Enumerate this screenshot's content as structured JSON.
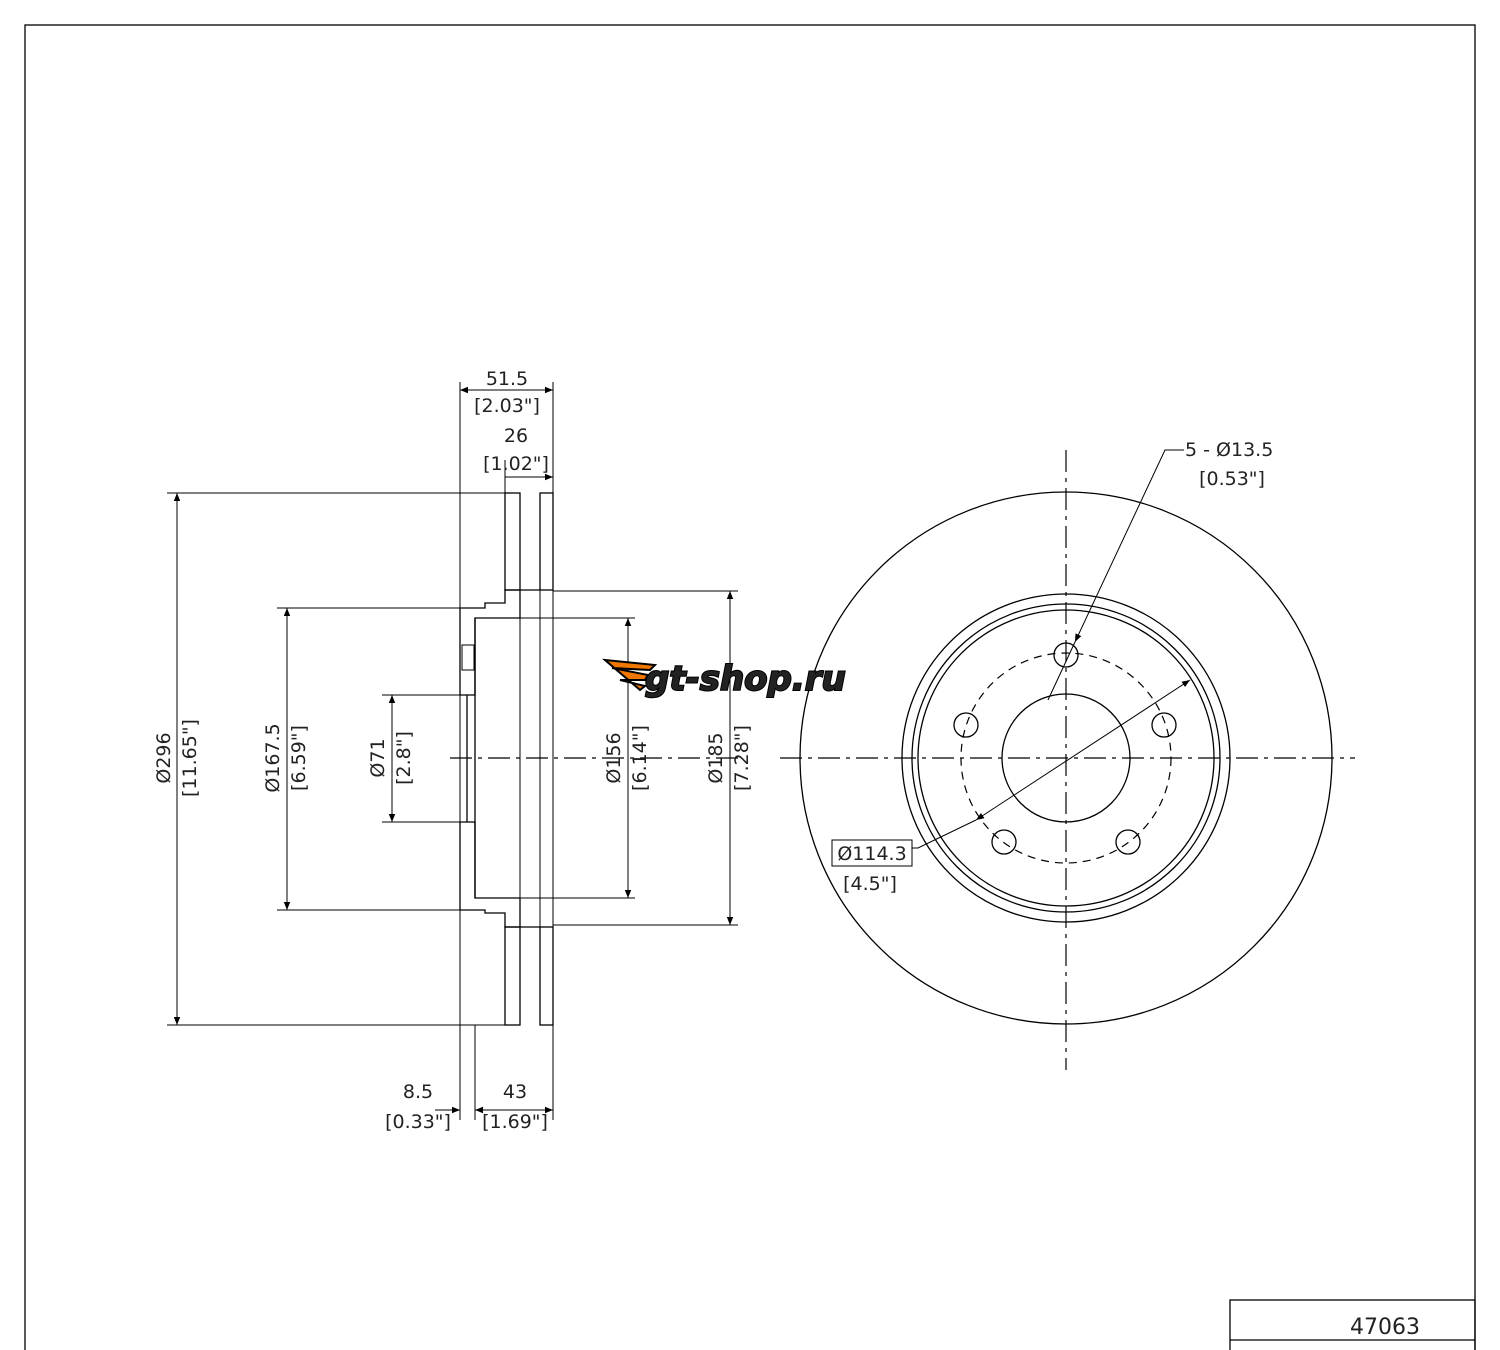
{
  "drawing": {
    "part_number": "47063",
    "dimensions": {
      "overall_width": {
        "mm": "51.5",
        "in": "[2.03\"]"
      },
      "disc_thickness": {
        "mm": "26",
        "in": "[1.02\"]"
      },
      "hat_flange": {
        "mm": "8.5",
        "in": "[0.33\"]"
      },
      "hat_height": {
        "mm": "43",
        "in": "[1.69\"]"
      },
      "outer_diameter": {
        "mm": "Ø296",
        "in": "[11.65\"]"
      },
      "hat_diameter": {
        "mm": "Ø167.5",
        "in": "[6.59\"]"
      },
      "center_bore": {
        "mm": "Ø71",
        "in": "[2.8\"]"
      },
      "inner_diameter": {
        "mm": "Ø156",
        "in": "[6.14\"]"
      },
      "friction_inner_diameter": {
        "mm": "Ø185",
        "in": "[7.28\"]"
      },
      "bolt_holes": {
        "mm": "5 - Ø13.5",
        "in": "[0.53\"]"
      },
      "bolt_circle": {
        "mm": "Ø114.3",
        "in": "[4.5\"]"
      }
    }
  },
  "watermark": {
    "text": "gt-shop.ru",
    "colors": {
      "orange": "#f07800",
      "yellow": "#ffc000"
    }
  }
}
